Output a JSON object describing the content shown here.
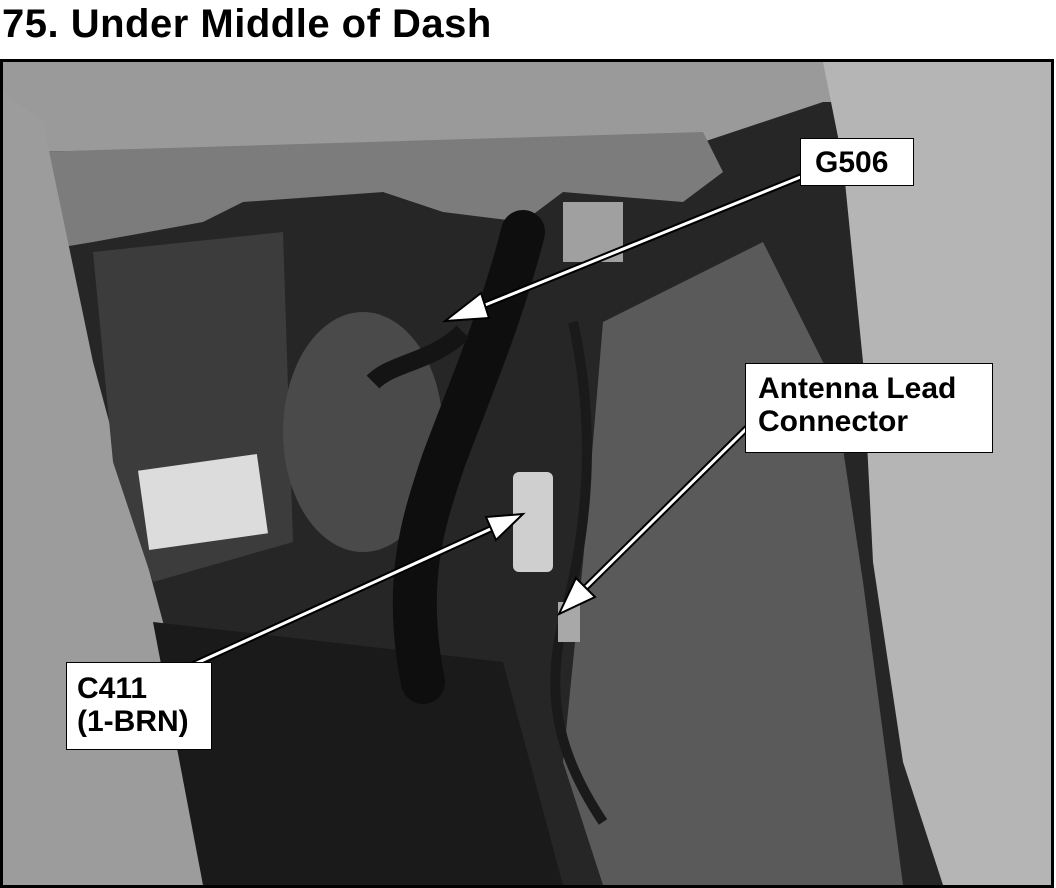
{
  "figure": {
    "title": "75. Under Middle of Dash"
  },
  "callouts": {
    "g506": {
      "label": "G506"
    },
    "antenna": {
      "line1": "Antenna Lead",
      "line2": "Connector"
    },
    "c411": {
      "line1": "C411",
      "line2": "(1-BRN)"
    }
  },
  "photo": {
    "subject": "grayscale photo of vehicle interior under middle of dashboard with wiring harness and connectors",
    "colors": {
      "background": "#2a2a2a",
      "plastic": "#8a8a8a",
      "panel_light": "#b8b8b8",
      "harness": "#101010"
    }
  }
}
